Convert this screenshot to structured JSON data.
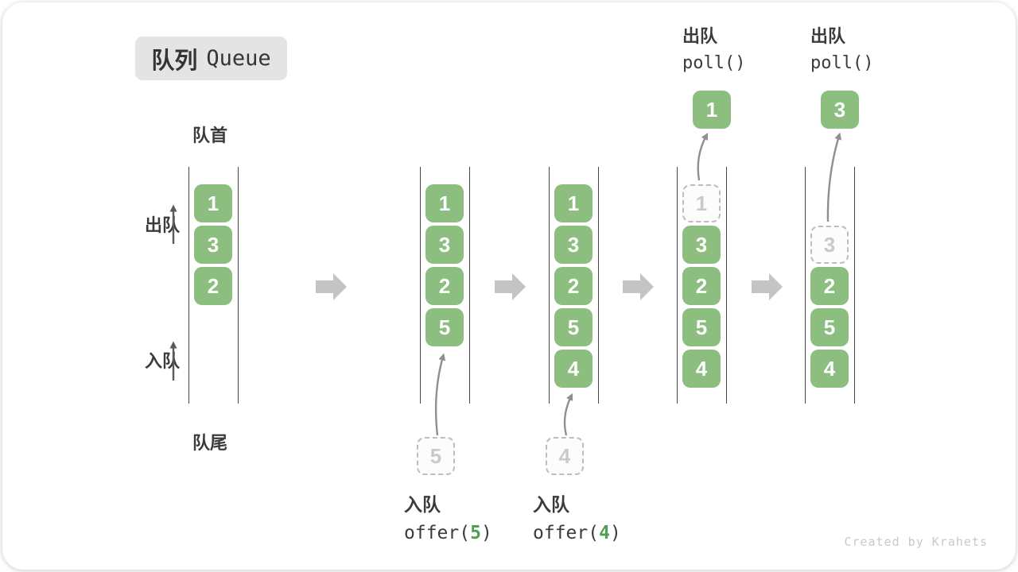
{
  "badge": {
    "title_cjk": "队列",
    "title_en": "Queue"
  },
  "side_labels": {
    "front": "队首",
    "rear": "队尾",
    "dequeue": "出队",
    "enqueue": "入队"
  },
  "watermark": "Created by Krahets",
  "colors": {
    "box_green": "#8CBE80",
    "code_green": "#4FA050",
    "block_arrow_gray": "#C4C4C4",
    "dark_text": "#3B3B3B"
  },
  "queue": {
    "columns": [
      {
        "name": "state-initial",
        "slots": [
          {
            "slot": 0,
            "value": "1",
            "type": "solid"
          },
          {
            "slot": 1,
            "value": "3",
            "type": "solid"
          },
          {
            "slot": 2,
            "value": "2",
            "type": "solid"
          }
        ]
      },
      {
        "name": "state-after-offer-5",
        "slots": [
          {
            "slot": 0,
            "value": "1",
            "type": "solid"
          },
          {
            "slot": 1,
            "value": "3",
            "type": "solid"
          },
          {
            "slot": 2,
            "value": "2",
            "type": "solid"
          },
          {
            "slot": 3,
            "value": "5",
            "type": "solid"
          }
        ],
        "below_box": {
          "value": "5"
        },
        "caption": {
          "label": "入队",
          "code_before": "offer(",
          "code_arg": "5",
          "code_after": ")"
        }
      },
      {
        "name": "state-after-offer-4",
        "slots": [
          {
            "slot": 0,
            "value": "1",
            "type": "solid"
          },
          {
            "slot": 1,
            "value": "3",
            "type": "solid"
          },
          {
            "slot": 2,
            "value": "2",
            "type": "solid"
          },
          {
            "slot": 3,
            "value": "5",
            "type": "solid"
          },
          {
            "slot": 4,
            "value": "4",
            "type": "solid"
          }
        ],
        "below_box": {
          "value": "4"
        },
        "caption": {
          "label": "入队",
          "code_before": "offer(",
          "code_arg": "4",
          "code_after": ")"
        }
      },
      {
        "name": "state-after-poll-1",
        "header": {
          "label": "出队",
          "code": "poll()"
        },
        "floating_box": {
          "value": "1"
        },
        "slots": [
          {
            "slot": 0,
            "value": "1",
            "type": "dashed"
          },
          {
            "slot": 1,
            "value": "3",
            "type": "solid"
          },
          {
            "slot": 2,
            "value": "2",
            "type": "solid"
          },
          {
            "slot": 3,
            "value": "5",
            "type": "solid"
          },
          {
            "slot": 4,
            "value": "4",
            "type": "solid"
          }
        ]
      },
      {
        "name": "state-after-poll-3",
        "header": {
          "label": "出队",
          "code": "poll()"
        },
        "floating_box": {
          "value": "3"
        },
        "slots": [
          {
            "slot": 1,
            "value": "3",
            "type": "dashed"
          },
          {
            "slot": 2,
            "value": "2",
            "type": "solid"
          },
          {
            "slot": 3,
            "value": "5",
            "type": "solid"
          },
          {
            "slot": 4,
            "value": "4",
            "type": "solid"
          }
        ]
      }
    ]
  }
}
